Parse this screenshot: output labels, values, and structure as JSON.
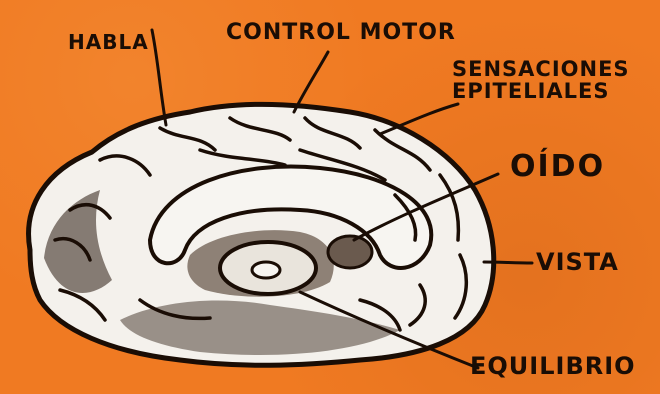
{
  "diagram": {
    "labels": {
      "habla": "HABLA",
      "control_motor": "CONTROL MOTOR",
      "sensaciones_line1": "SENSACIONES",
      "sensaciones_line2": "EPITELIALES",
      "oido": "OÍDO",
      "vista": "VISTA",
      "equilibrio": "EQUILIBRIO"
    },
    "colors": {
      "background": "#f07a22",
      "ink": "#1a0d05",
      "brain_fill": "#f4f1ec"
    }
  }
}
